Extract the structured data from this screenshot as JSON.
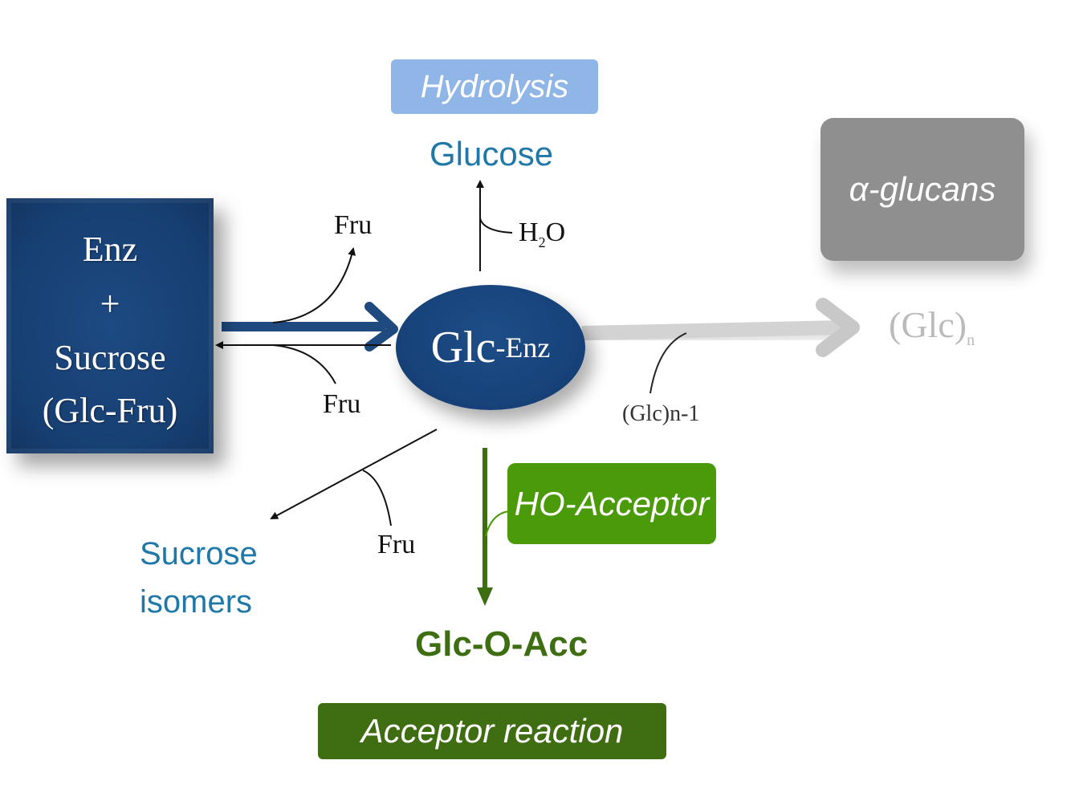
{
  "title": "Sucrase reaction pathways",
  "nodes": {
    "enz_sucrose": {
      "lines": [
        "Enz",
        "+",
        "Sucrose",
        "(Glc-Fru)"
      ],
      "color": "#173f72"
    },
    "glc_enz": {
      "main": "Glc",
      "suffix": "-Enz",
      "color": "#17427a"
    },
    "hydrolysis": {
      "label": "Hydrolysis",
      "color": "#8fb6e6"
    },
    "glucose": {
      "label": "Glucose",
      "color": "#1f78a8"
    },
    "water": {
      "main": "H",
      "sub": "2",
      "tail": "O"
    },
    "alpha_glucans": {
      "label": "α-glucans",
      "color": "#8f8f8f"
    },
    "glc_n": {
      "main": "(Glc)",
      "sub": "n"
    },
    "glc_n_minus_1": {
      "label": "(Glc)n-1"
    },
    "sucrose_isomers": {
      "line1": "Sucrose",
      "line2": "isomers",
      "color": "#1f78a8"
    },
    "ho_acceptor": {
      "label": "HO-Acceptor",
      "color": "#4a9a0a"
    },
    "glc_o_acc": {
      "label": "Glc-O-Acc",
      "color": "#3e6e12"
    },
    "acceptor_reaction": {
      "label": "Acceptor reaction",
      "color": "#3f6e12"
    },
    "fru_top": {
      "label": "Fru"
    },
    "fru_middle": {
      "label": "Fru"
    },
    "fru_bottom": {
      "label": "Fru"
    }
  }
}
